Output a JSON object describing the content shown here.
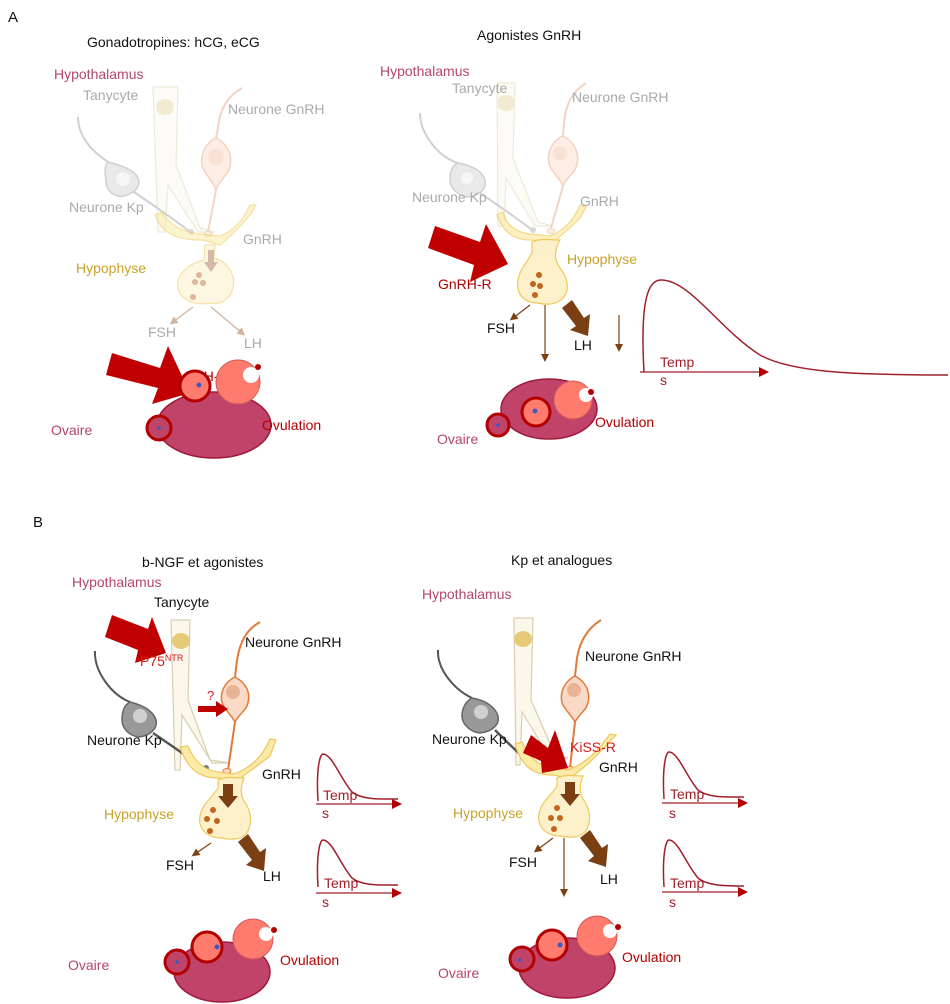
{
  "colors": {
    "hypothalamus": "#b5476a",
    "hypophyse": "#c9a227",
    "faded_label": "#9a9a9a",
    "receptor_red": "#b30000",
    "big_arrow": "#c00000",
    "brown_arrow": "#7b3f14",
    "ovary": "#c0436a",
    "follicle": "#ff7b6e",
    "curve": "#a11f2a",
    "black": "#111111"
  },
  "panels": [
    {
      "letter": "A",
      "title": "Gonadotropines: hCG, eCG",
      "faded": true,
      "labels": {
        "hypothalamus": "Hypothalamus",
        "tanycyte": "Tanycyte",
        "neurone_gnrh": "Neurone GnRH",
        "neurone_kp": "Neurone Kp",
        "gnrh": "GnRH",
        "hypophyse": "Hypophyse",
        "fsh": "FSH",
        "lh": "LH",
        "receptor": "LH-R",
        "ovaire": "Ovaire",
        "ovulation": "Ovulation"
      }
    },
    {
      "letter": "",
      "title": "Agonistes GnRH",
      "faded": true,
      "labels": {
        "hypothalamus": "Hypothalamus",
        "tanycyte": "Tanycyte",
        "neurone_gnrh": "Neurone GnRH",
        "neurone_kp": "Neurone Kp",
        "gnrh": "GnRH",
        "hypophyse": "Hypophyse",
        "fsh": "FSH",
        "lh": "LH",
        "receptor": "GnRH-R",
        "ovaire": "Ovaire",
        "ovulation": "Ovulation",
        "curve_axis": "Temps"
      }
    },
    {
      "letter": "B",
      "title": "b-NGF et agonistes",
      "faded": false,
      "labels": {
        "hypothalamus": "Hypothalamus",
        "tanycyte": "Tanycyte",
        "neurone_gnrh": "Neurone GnRH",
        "neurone_kp": "Neurone Kp",
        "gnrh": "GnRH",
        "hypophyse": "Hypophyse",
        "fsh": "FSH",
        "lh": "LH",
        "receptor_base": "P75",
        "receptor_sup": "NTR",
        "question": "?",
        "ovaire": "Ovaire",
        "ovulation": "Ovulation",
        "curve_axis": "Temps"
      }
    },
    {
      "letter": "",
      "title": "Kp et analogues",
      "faded": false,
      "labels": {
        "hypothalamus": "Hypothalamus",
        "neurone_gnrh": "Neurone GnRH",
        "neurone_kp": "Neurone Kp",
        "gnrh": "GnRH",
        "hypophyse": "Hypophyse",
        "fsh": "FSH",
        "lh": "LH",
        "receptor": "KiSS-R",
        "ovaire": "Ovaire",
        "ovulation": "Ovulation",
        "curve_axis": "Temps"
      }
    }
  ],
  "curve_axis_line1": "Temp",
  "curve_axis_line2": "s"
}
